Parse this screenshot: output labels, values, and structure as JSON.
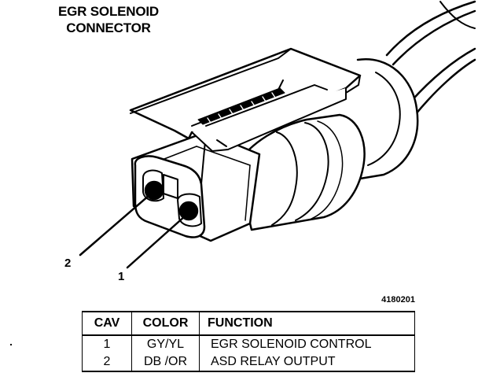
{
  "diagram": {
    "title_line1": "EGR SOLENOID",
    "title_line2": "CONNECTOR",
    "figure_number": "4180201",
    "pin_labels": {
      "pin1": "1",
      "pin2": "2"
    }
  },
  "pinout_table": {
    "headers": {
      "cavity": "CAV",
      "color": "COLOR",
      "function": "FUNCTION"
    },
    "rows": [
      {
        "cavity": "1",
        "color": "GY/YL",
        "function": "EGR SOLENOID CONTROL"
      },
      {
        "cavity": "2",
        "color": "DB /OR",
        "function": "ASD RELAY OUTPUT"
      }
    ]
  }
}
